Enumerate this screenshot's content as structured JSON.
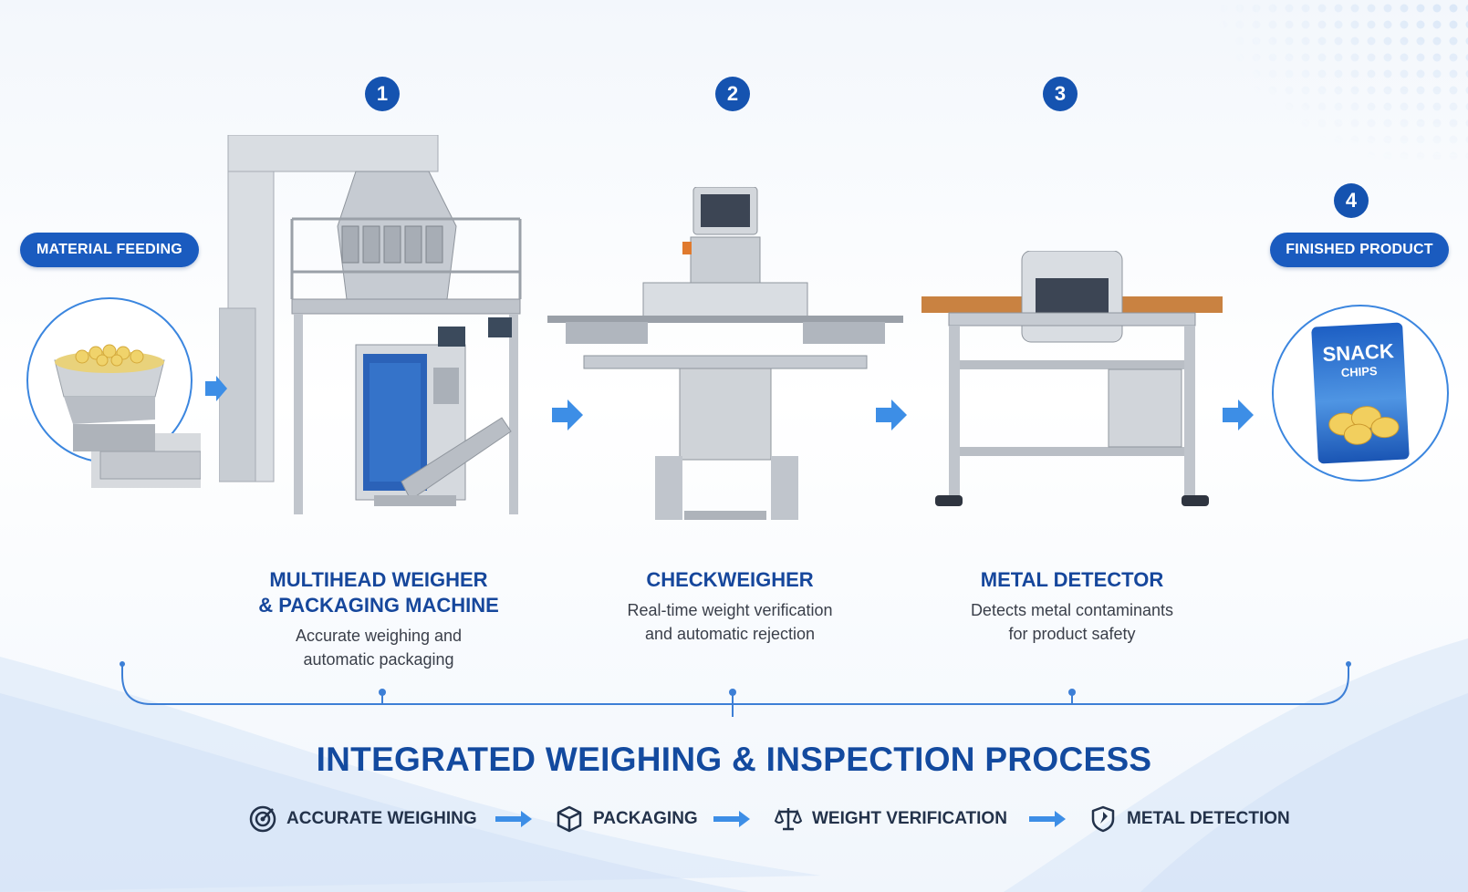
{
  "labels": {
    "material_feeding": "MATERIAL FEEDING",
    "finished_product": "FINISHED PRODUCT"
  },
  "steps": [
    {
      "number": "1",
      "title_line1": "MULTIHEAD WEIGHER",
      "title_line2": "& PACKAGING MACHINE",
      "desc_line1": "Accurate weighing and",
      "desc_line2": "automatic packaging"
    },
    {
      "number": "2",
      "title_line1": "CHECKWEIGHER",
      "desc_line1": "Real-time weight verification",
      "desc_line2": "and automatic rejection"
    },
    {
      "number": "3",
      "title_line1": "METAL DETECTOR",
      "desc_line1": "Detects metal contaminants",
      "desc_line2": "for product safety"
    },
    {
      "number": "4"
    }
  ],
  "product": {
    "brand": "SNACK",
    "sub": "CHIPS"
  },
  "main_title": "INTEGRATED WEIGHING & INSPECTION PROCESS",
  "process": [
    {
      "label": "ACCURATE WEIGHING",
      "icon": "target-icon"
    },
    {
      "label": "PACKAGING",
      "icon": "box-icon"
    },
    {
      "label": "WEIGHT VERIFICATION",
      "icon": "scale-icon"
    },
    {
      "label": "METAL DETECTION",
      "icon": "shield-icon"
    }
  ],
  "colors": {
    "primary": "#1553b0",
    "accent": "#3d8ee6",
    "title": "#134a9f"
  }
}
